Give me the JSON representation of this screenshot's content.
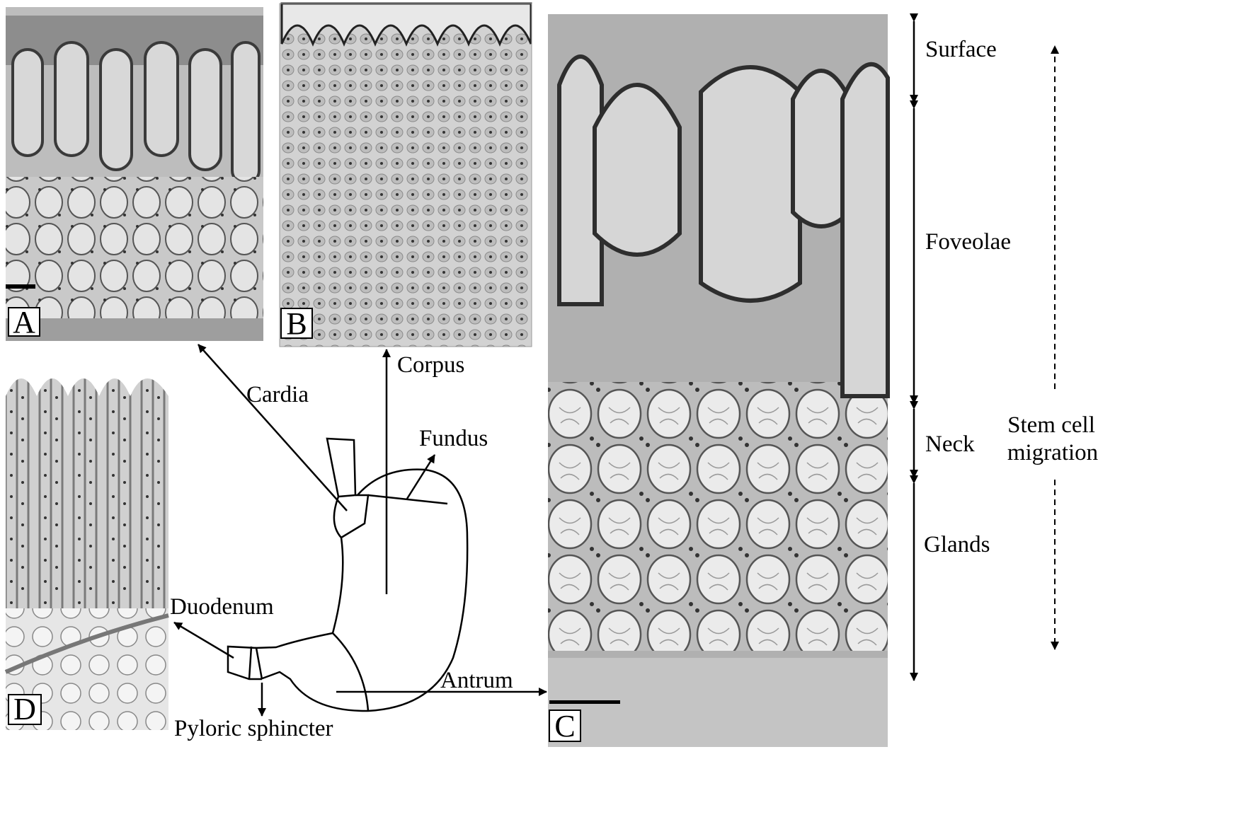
{
  "panels": {
    "a": "A",
    "b": "B",
    "c": "C",
    "d": "D"
  },
  "regions": {
    "cardia": "Cardia",
    "corpus": "Corpus",
    "fundus": "Fundus",
    "duodenum": "Duodenum",
    "antrum": "Antrum",
    "pyloric_sphincter": "Pyloric sphincter"
  },
  "zones": {
    "surface": "Surface",
    "foveolae": "Foveolae",
    "neck": "Neck",
    "glands": "Glands"
  },
  "migration": {
    "line1": "Stem cell",
    "line2": "migration"
  }
}
